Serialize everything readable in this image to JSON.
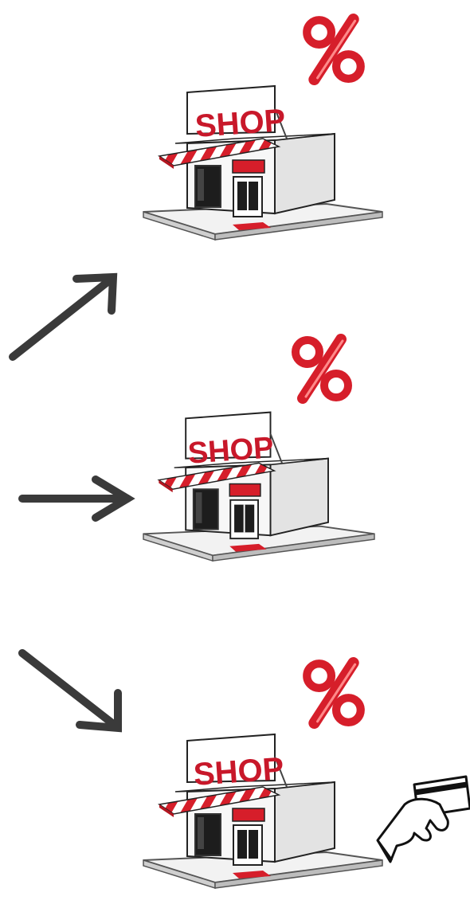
{
  "shops": [
    {
      "sign": "SHOP",
      "badge": "%",
      "has_card": false
    },
    {
      "sign": "SHOP",
      "badge": "%",
      "has_card": false
    },
    {
      "sign": "SHOP",
      "badge": "%",
      "has_card": true
    }
  ],
  "arrows": [
    {
      "direction": "up-right",
      "icon": "arrow-up-right-icon"
    },
    {
      "direction": "right",
      "icon": "arrow-right-icon"
    },
    {
      "direction": "down-right",
      "icon": "arrow-down-right-icon"
    }
  ],
  "colors": {
    "brand_red": "#d61e2a",
    "arrow": "#3a3a3a",
    "wall": "#f7f7f7",
    "wall_side": "#e3e3e3",
    "outline": "#222222"
  }
}
